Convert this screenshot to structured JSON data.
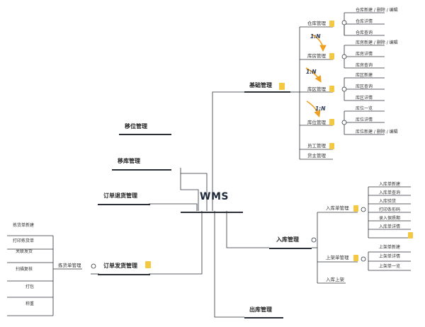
{
  "root": "WMS",
  "branches": {
    "base": {
      "label": "基础管理",
      "groups": {
        "warehouse": {
          "label": "仓库管理",
          "items": [
            "仓库新建 / 删除 / 编辑",
            "仓库详情",
            "仓库查询"
          ]
        },
        "room": {
          "label": "库房管理",
          "items": [
            "库房新建 / 删除 / 编辑",
            "库房详情",
            "库房查询"
          ]
        },
        "zone": {
          "label": "库区管理",
          "items": [
            "库区新建",
            "库区查询",
            "库区详情"
          ]
        },
        "location": {
          "label": "库位管理",
          "items": [
            "库位一览",
            "库位详情",
            "库位新建 / 删除 / 编辑"
          ]
        }
      },
      "staff": "员工管理",
      "owner": "货主管理",
      "ratios": [
        "1:N",
        "1:N",
        "1:N"
      ]
    },
    "move": "移位管理",
    "transfer": "移库管理",
    "return": "订单退货管理",
    "ship": {
      "label": "订单发货管理",
      "group": "拣货单管理",
      "items": [
        "拣货单新建",
        "打印拣货单",
        "关联发货",
        "扫描复核",
        "打包",
        "称重"
      ]
    },
    "inbound": {
      "label": "入库管理",
      "receipt": {
        "label": "入库单管理",
        "items": [
          "入库单新建",
          "入库单查询",
          "入库验货",
          "打印条形码",
          "录入保质期",
          "入库单详情"
        ]
      },
      "shelf": {
        "label": "上架单管理",
        "items": [
          "上架单新建",
          "上架单详情",
          "上架单一览"
        ]
      },
      "put": "入库上架"
    },
    "outbound": "出库管理"
  },
  "colors": {
    "line": "#2b3038",
    "note": "#f5c842",
    "arrow": "#f0a020"
  }
}
